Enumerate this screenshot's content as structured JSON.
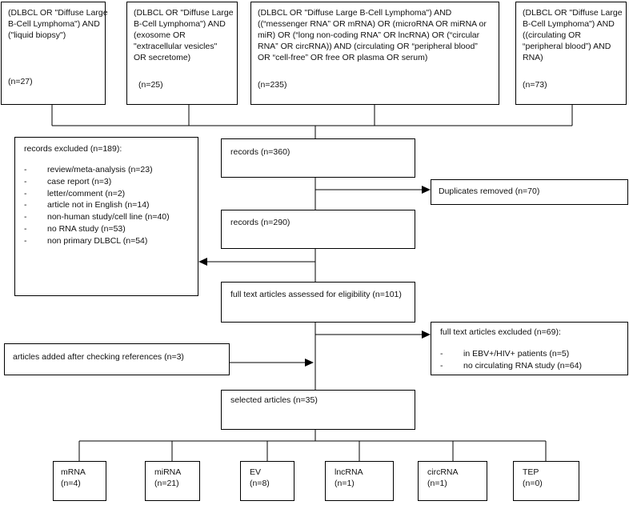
{
  "search_boxes": [
    {
      "lines": [
        "(DLBCL OR \"Diffuse Large",
        "B-Cell Lymphoma\") AND",
        "(\"liquid biopsy\")"
      ],
      "count": "(n=27)"
    },
    {
      "lines": [
        "(DLBCL OR \"Diffuse Large",
        "B-Cell Lymphoma\") AND",
        "(exosome OR",
        "\"extracellular vesicles\"",
        "OR secretome)"
      ],
      "count": "(n=25)"
    },
    {
      "lines": [
        "(DLBCL OR \"Diffuse Large B-Cell Lymphoma\") AND",
        "((“messenger RNA” OR mRNA) OR (microRNA OR miRNA or",
        "miR) OR (“long non-coding RNA” OR lncRNA) OR (“circular",
        "RNA” OR circRNA)) AND (circulating OR “peripheral blood”",
        "OR “cell-free” OR free OR plasma OR serum)"
      ],
      "count": "(n=235)"
    },
    {
      "lines": [
        "(DLBCL OR \"Diffuse Large",
        "B-Cell Lymphoma\") AND",
        "((circulating OR",
        "“peripheral blood”) AND",
        "RNA)"
      ],
      "count": "(n=73)"
    }
  ],
  "records_excluded": {
    "title": "records excluded (n=189):",
    "items": [
      {
        "dash": "-",
        "text": "review/meta-analysis (n=23)"
      },
      {
        "dash": "-",
        "text": "case report (n=3)"
      },
      {
        "dash": "-",
        "text": "letter/comment (n=2)"
      },
      {
        "dash": "-",
        "text": "article not in English (n=14)"
      },
      {
        "dash": "-",
        "text": "non-human study/cell line (n=40)"
      },
      {
        "dash": "-",
        "text": "no RNA study (n=53)"
      },
      {
        "dash": "-",
        "text": "non primary DLBCL (n=54)"
      }
    ]
  },
  "records": "records (n=360)",
  "duplicates": "Duplicates removed (n=70)",
  "records2": "records (n=290)",
  "full_text": "full text articles assessed for eligibility (n=101)",
  "fulltext_excluded": {
    "title": "full text articles excluded (n=69):",
    "items": [
      {
        "dash": "-",
        "text": "in EBV+/HIV+ patients (n=5)"
      },
      {
        "dash": "-",
        "text": "no circulating RNA study (n=64)"
      }
    ]
  },
  "added": "articles added after checking references (n=3)",
  "selected": "selected articles (n=35)",
  "categories": [
    {
      "name": "mRNA",
      "count": "(n=4)"
    },
    {
      "name": "miRNA",
      "count": "(n=21)"
    },
    {
      "name": "EV",
      "count": "(n=8)"
    },
    {
      "name": "lncRNA",
      "count": "(n=1)"
    },
    {
      "name": "circRNA",
      "count": "(n=1)"
    },
    {
      "name": "TEP",
      "count": "(n=0)"
    }
  ]
}
